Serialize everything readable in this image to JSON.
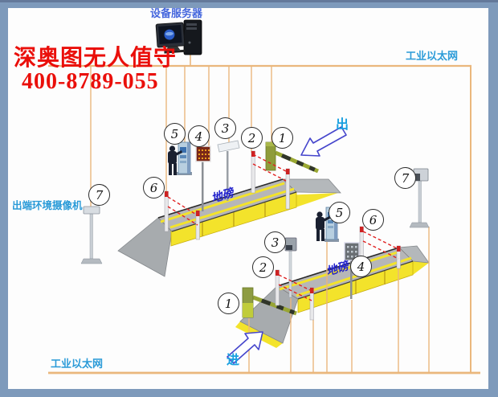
{
  "title": {
    "line1": "深奥图无人值守",
    "line2": "400-8789-055",
    "color": "#ea0f0a"
  },
  "server": {
    "label": "设备服务器",
    "label_color": "#4466dd"
  },
  "network": {
    "top_label": "工业以太网",
    "bottom_label": "工业以太网",
    "label_color": "#2b9bd8",
    "line_color": "#eab77d"
  },
  "exit_camera": {
    "label": "出端环境摄像机"
  },
  "flow": {
    "exit_label": "出",
    "enter_label": "进",
    "arrow_outline": "#4646cc"
  },
  "weighbridge1": {
    "name": "地磅",
    "callouts": [
      "1",
      "2",
      "3",
      "4",
      "5",
      "6",
      "7"
    ]
  },
  "weighbridge2": {
    "name": "地磅",
    "callouts": [
      "1",
      "2",
      "3",
      "4",
      "5",
      "6",
      "7"
    ]
  },
  "palette": {
    "frame": "#7e9abb",
    "deck_gray": "#b6b6b8",
    "skirt_yellow": "#f3e32b",
    "beam_red": "#e02020",
    "barrier_green": "#8f9c3a",
    "post_cap_red": "#cc2222"
  }
}
